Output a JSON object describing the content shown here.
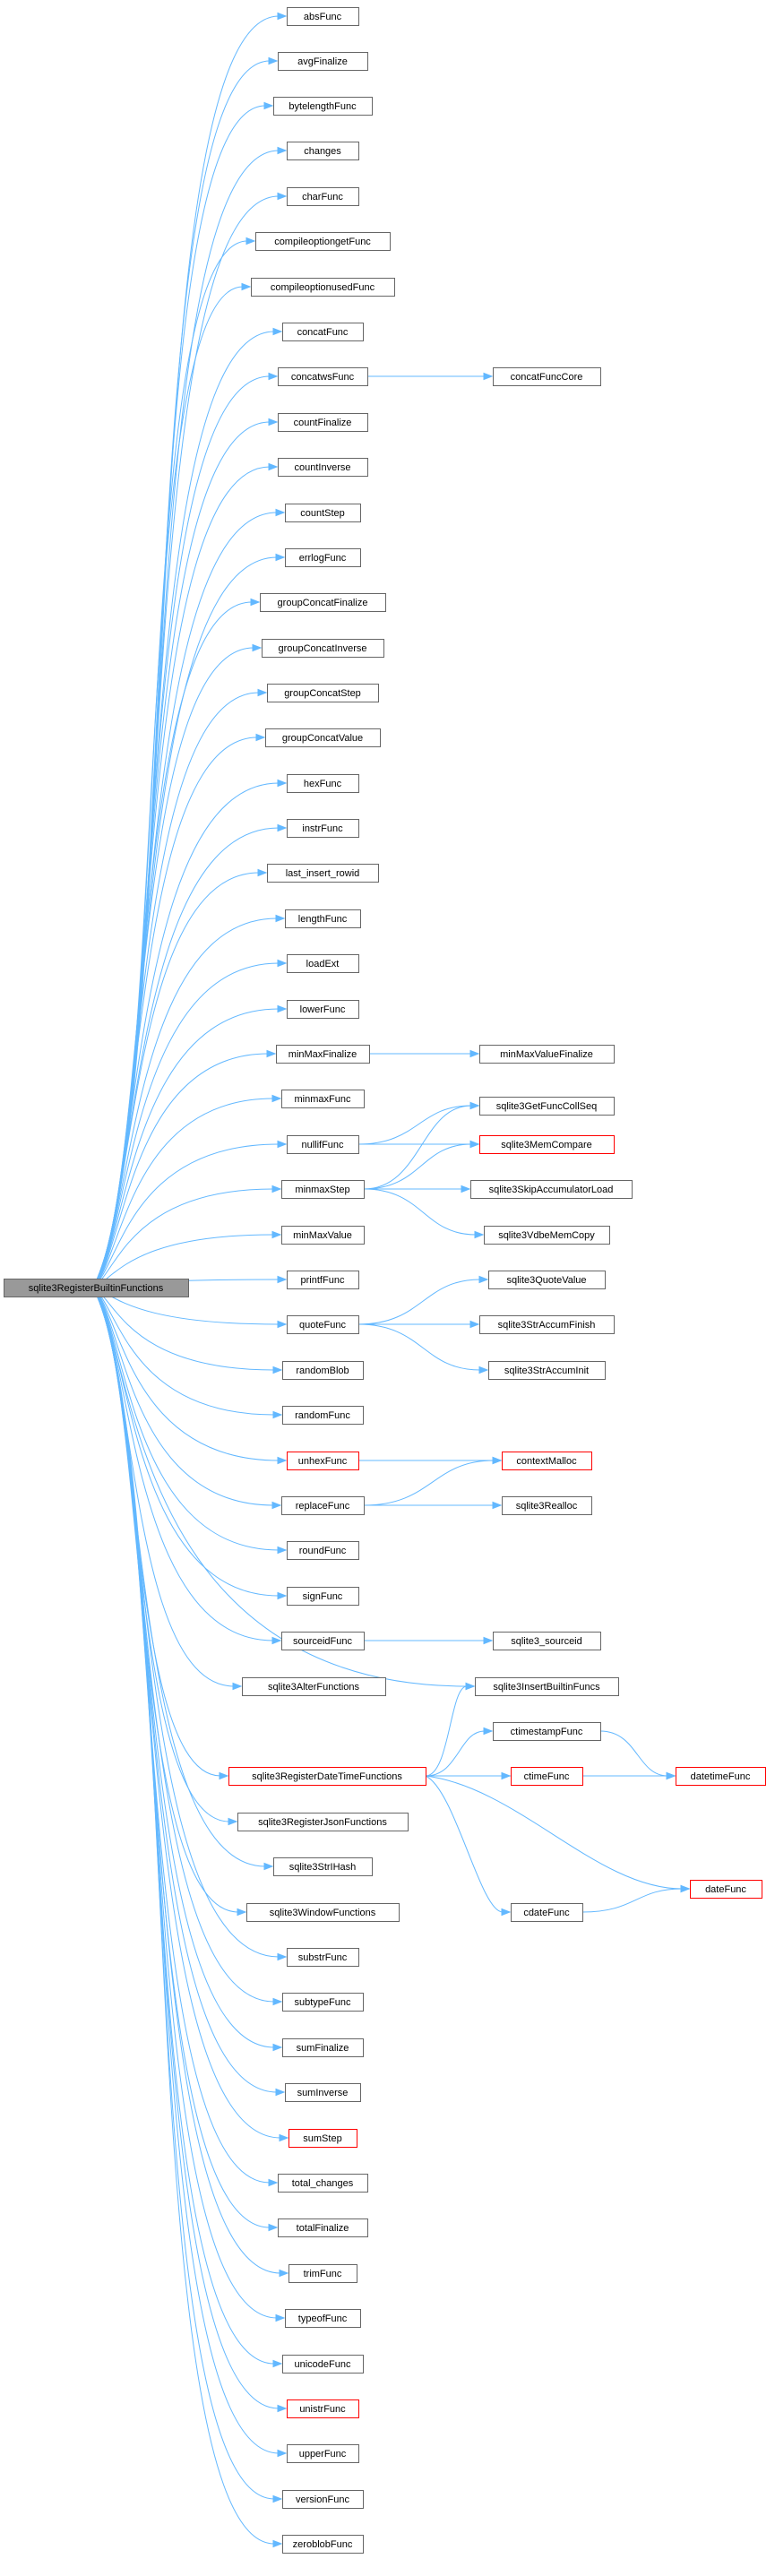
{
  "graph": {
    "root": {
      "id": "root",
      "label": "sqlite3RegisterBuiltinFunctions",
      "highlight": true
    },
    "nodes": [
      {
        "id": "absFunc",
        "label": "absFunc"
      },
      {
        "id": "avgFinalize",
        "label": "avgFinalize"
      },
      {
        "id": "bytelengthFunc",
        "label": "bytelengthFunc"
      },
      {
        "id": "changes",
        "label": "changes"
      },
      {
        "id": "charFunc",
        "label": "charFunc"
      },
      {
        "id": "compileoptiongetFunc",
        "label": "compileoptiongetFunc"
      },
      {
        "id": "compileoptionusedFunc",
        "label": "compileoptionusedFunc"
      },
      {
        "id": "concatFunc",
        "label": "concatFunc"
      },
      {
        "id": "concatwsFunc",
        "label": "concatwsFunc"
      },
      {
        "id": "countFinalize",
        "label": "countFinalize"
      },
      {
        "id": "countInverse",
        "label": "countInverse"
      },
      {
        "id": "countStep",
        "label": "countStep"
      },
      {
        "id": "errlogFunc",
        "label": "errlogFunc"
      },
      {
        "id": "groupConcatFinalize",
        "label": "groupConcatFinalize"
      },
      {
        "id": "groupConcatInverse",
        "label": "groupConcatInverse"
      },
      {
        "id": "groupConcatStep",
        "label": "groupConcatStep"
      },
      {
        "id": "groupConcatValue",
        "label": "groupConcatValue"
      },
      {
        "id": "hexFunc",
        "label": "hexFunc"
      },
      {
        "id": "instrFunc",
        "label": "instrFunc"
      },
      {
        "id": "last_insert_rowid",
        "label": "last_insert_rowid"
      },
      {
        "id": "lengthFunc",
        "label": "lengthFunc"
      },
      {
        "id": "loadExt",
        "label": "loadExt"
      },
      {
        "id": "lowerFunc",
        "label": "lowerFunc"
      },
      {
        "id": "minMaxFinalize",
        "label": "minMaxFinalize"
      },
      {
        "id": "minmaxFunc",
        "label": "minmaxFunc"
      },
      {
        "id": "nullifFunc",
        "label": "nullifFunc"
      },
      {
        "id": "minmaxStep",
        "label": "minmaxStep"
      },
      {
        "id": "minMaxValue",
        "label": "minMaxValue"
      },
      {
        "id": "printfFunc",
        "label": "printfFunc"
      },
      {
        "id": "quoteFunc",
        "label": "quoteFunc"
      },
      {
        "id": "randomBlob",
        "label": "randomBlob"
      },
      {
        "id": "randomFunc",
        "label": "randomFunc"
      },
      {
        "id": "unhexFunc",
        "label": "unhexFunc",
        "highlight": true
      },
      {
        "id": "replaceFunc",
        "label": "replaceFunc"
      },
      {
        "id": "roundFunc",
        "label": "roundFunc"
      },
      {
        "id": "signFunc",
        "label": "signFunc"
      },
      {
        "id": "sourceidFunc",
        "label": "sourceidFunc"
      },
      {
        "id": "sqlite3AlterFunctions",
        "label": "sqlite3AlterFunctions"
      },
      {
        "id": "sqlite3RegisterDateTimeFunctions",
        "label": "sqlite3RegisterDateTimeFunctions",
        "highlight": true
      },
      {
        "id": "sqlite3RegisterJsonFunctions",
        "label": "sqlite3RegisterJsonFunctions"
      },
      {
        "id": "sqlite3StrIHash",
        "label": "sqlite3StrIHash"
      },
      {
        "id": "sqlite3WindowFunctions",
        "label": "sqlite3WindowFunctions"
      },
      {
        "id": "substrFunc",
        "label": "substrFunc"
      },
      {
        "id": "subtypeFunc",
        "label": "subtypeFunc"
      },
      {
        "id": "sumFinalize",
        "label": "sumFinalize"
      },
      {
        "id": "sumInverse",
        "label": "sumInverse"
      },
      {
        "id": "sumStep",
        "label": "sumStep",
        "highlight": true
      },
      {
        "id": "total_changes",
        "label": "total_changes"
      },
      {
        "id": "totalFinalize",
        "label": "totalFinalize"
      },
      {
        "id": "trimFunc",
        "label": "trimFunc"
      },
      {
        "id": "typeofFunc",
        "label": "typeofFunc"
      },
      {
        "id": "unicodeFunc",
        "label": "unicodeFunc"
      },
      {
        "id": "unistrFunc",
        "label": "unistrFunc",
        "highlight": true
      },
      {
        "id": "upperFunc",
        "label": "upperFunc"
      },
      {
        "id": "versionFunc",
        "label": "versionFunc"
      },
      {
        "id": "zeroblobFunc",
        "label": "zeroblobFunc"
      },
      {
        "id": "concatFuncCore",
        "label": "concatFuncCore"
      },
      {
        "id": "minMaxValueFinalize",
        "label": "minMaxValueFinalize"
      },
      {
        "id": "sqlite3GetFuncCollSeq",
        "label": "sqlite3GetFuncCollSeq"
      },
      {
        "id": "sqlite3MemCompare",
        "label": "sqlite3MemCompare",
        "highlight": true
      },
      {
        "id": "sqlite3SkipAccumulatorLoad",
        "label": "sqlite3SkipAccumulatorLoad"
      },
      {
        "id": "sqlite3VdbeMemCopy",
        "label": "sqlite3VdbeMemCopy"
      },
      {
        "id": "sqlite3QuoteValue",
        "label": "sqlite3QuoteValue"
      },
      {
        "id": "sqlite3StrAccumFinish",
        "label": "sqlite3StrAccumFinish"
      },
      {
        "id": "sqlite3StrAccumInit",
        "label": "sqlite3StrAccumInit"
      },
      {
        "id": "contextMalloc",
        "label": "contextMalloc",
        "highlight": true
      },
      {
        "id": "sqlite3Realloc",
        "label": "sqlite3Realloc"
      },
      {
        "id": "sqlite3_sourceid",
        "label": "sqlite3_sourceid"
      },
      {
        "id": "sqlite3InsertBuiltinFuncs",
        "label": "sqlite3InsertBuiltinFuncs"
      },
      {
        "id": "ctimestampFunc",
        "label": "ctimestampFunc"
      },
      {
        "id": "ctimeFunc",
        "label": "ctimeFunc",
        "highlight": true
      },
      {
        "id": "datetimeFunc",
        "label": "datetimeFunc",
        "highlight": true
      },
      {
        "id": "cdateFunc",
        "label": "cdateFunc"
      },
      {
        "id": "dateFunc",
        "label": "dateFunc",
        "highlight": true
      }
    ],
    "edges": [
      [
        "root",
        "absFunc"
      ],
      [
        "root",
        "avgFinalize"
      ],
      [
        "root",
        "bytelengthFunc"
      ],
      [
        "root",
        "changes"
      ],
      [
        "root",
        "charFunc"
      ],
      [
        "root",
        "compileoptiongetFunc"
      ],
      [
        "root",
        "compileoptionusedFunc"
      ],
      [
        "root",
        "concatFunc"
      ],
      [
        "root",
        "concatwsFunc"
      ],
      [
        "root",
        "countFinalize"
      ],
      [
        "root",
        "countInverse"
      ],
      [
        "root",
        "countStep"
      ],
      [
        "root",
        "errlogFunc"
      ],
      [
        "root",
        "groupConcatFinalize"
      ],
      [
        "root",
        "groupConcatInverse"
      ],
      [
        "root",
        "groupConcatStep"
      ],
      [
        "root",
        "groupConcatValue"
      ],
      [
        "root",
        "hexFunc"
      ],
      [
        "root",
        "instrFunc"
      ],
      [
        "root",
        "last_insert_rowid"
      ],
      [
        "root",
        "lengthFunc"
      ],
      [
        "root",
        "loadExt"
      ],
      [
        "root",
        "lowerFunc"
      ],
      [
        "root",
        "minMaxFinalize"
      ],
      [
        "root",
        "minmaxFunc"
      ],
      [
        "root",
        "nullifFunc"
      ],
      [
        "root",
        "minmaxStep"
      ],
      [
        "root",
        "minMaxValue"
      ],
      [
        "root",
        "printfFunc"
      ],
      [
        "root",
        "quoteFunc"
      ],
      [
        "root",
        "randomBlob"
      ],
      [
        "root",
        "randomFunc"
      ],
      [
        "root",
        "unhexFunc"
      ],
      [
        "root",
        "replaceFunc"
      ],
      [
        "root",
        "roundFunc"
      ],
      [
        "root",
        "signFunc"
      ],
      [
        "root",
        "sourceidFunc"
      ],
      [
        "root",
        "sqlite3AlterFunctions"
      ],
      [
        "root",
        "sqlite3InsertBuiltinFuncs"
      ],
      [
        "root",
        "sqlite3RegisterDateTimeFunctions"
      ],
      [
        "root",
        "sqlite3RegisterJsonFunctions"
      ],
      [
        "root",
        "sqlite3StrIHash"
      ],
      [
        "root",
        "sqlite3WindowFunctions"
      ],
      [
        "root",
        "substrFunc"
      ],
      [
        "root",
        "subtypeFunc"
      ],
      [
        "root",
        "sumFinalize"
      ],
      [
        "root",
        "sumInverse"
      ],
      [
        "root",
        "sumStep"
      ],
      [
        "root",
        "total_changes"
      ],
      [
        "root",
        "totalFinalize"
      ],
      [
        "root",
        "trimFunc"
      ],
      [
        "root",
        "typeofFunc"
      ],
      [
        "root",
        "unicodeFunc"
      ],
      [
        "root",
        "unistrFunc"
      ],
      [
        "root",
        "upperFunc"
      ],
      [
        "root",
        "versionFunc"
      ],
      [
        "root",
        "zeroblobFunc"
      ],
      [
        "concatwsFunc",
        "concatFuncCore"
      ],
      [
        "minMaxFinalize",
        "minMaxValueFinalize"
      ],
      [
        "nullifFunc",
        "sqlite3GetFuncCollSeq"
      ],
      [
        "nullifFunc",
        "sqlite3MemCompare"
      ],
      [
        "minmaxStep",
        "sqlite3GetFuncCollSeq"
      ],
      [
        "minmaxStep",
        "sqlite3MemCompare"
      ],
      [
        "minmaxStep",
        "sqlite3SkipAccumulatorLoad"
      ],
      [
        "minmaxStep",
        "sqlite3VdbeMemCopy"
      ],
      [
        "quoteFunc",
        "sqlite3QuoteValue"
      ],
      [
        "quoteFunc",
        "sqlite3StrAccumFinish"
      ],
      [
        "quoteFunc",
        "sqlite3StrAccumInit"
      ],
      [
        "unhexFunc",
        "contextMalloc"
      ],
      [
        "replaceFunc",
        "contextMalloc"
      ],
      [
        "replaceFunc",
        "sqlite3Realloc"
      ],
      [
        "sourceidFunc",
        "sqlite3_sourceid"
      ],
      [
        "sqlite3RegisterDateTimeFunctions",
        "sqlite3InsertBuiltinFuncs"
      ],
      [
        "sqlite3RegisterDateTimeFunctions",
        "ctimestampFunc"
      ],
      [
        "sqlite3RegisterDateTimeFunctions",
        "ctimeFunc"
      ],
      [
        "sqlite3RegisterDateTimeFunctions",
        "datetimeFunc"
      ],
      [
        "sqlite3RegisterDateTimeFunctions",
        "cdateFunc"
      ],
      [
        "sqlite3RegisterDateTimeFunctions",
        "dateFunc"
      ],
      [
        "ctimestampFunc",
        "datetimeFunc"
      ],
      [
        "cdateFunc",
        "dateFunc"
      ]
    ]
  }
}
